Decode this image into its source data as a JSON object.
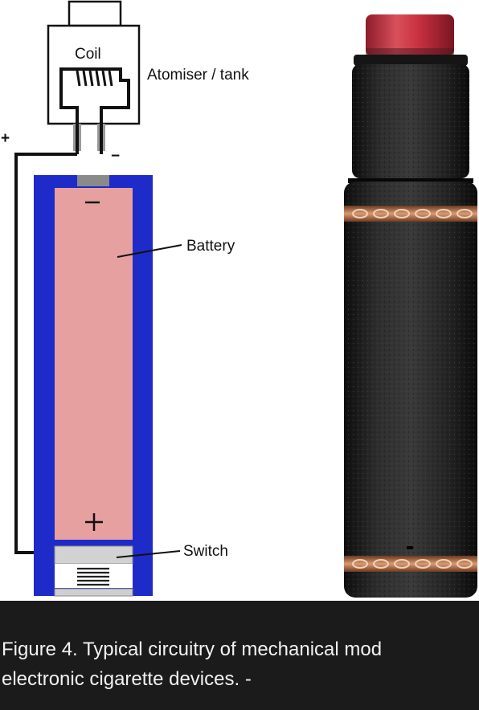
{
  "diagram": {
    "labels": {
      "coil": "Coil",
      "atomiser": "Atomiser / tank",
      "battery": "Battery",
      "switch": "Switch",
      "plus_wire": "+",
      "minus_wire": "−",
      "battery_minus": "−",
      "battery_plus": "+"
    },
    "colors": {
      "battery_casing": "#1f2bc8",
      "battery_cell": "#e6a0a0",
      "wire": "#111111",
      "contact_grey": "#9a9a9a",
      "mod_body": "#1c1c1c",
      "drip_tip": "#c8303f",
      "copper_band": "#c27a55"
    }
  },
  "caption": {
    "line1": "Figure 4. Typical circuitry of mechanical mod",
    "line2": "electronic cigarette devices. -"
  }
}
